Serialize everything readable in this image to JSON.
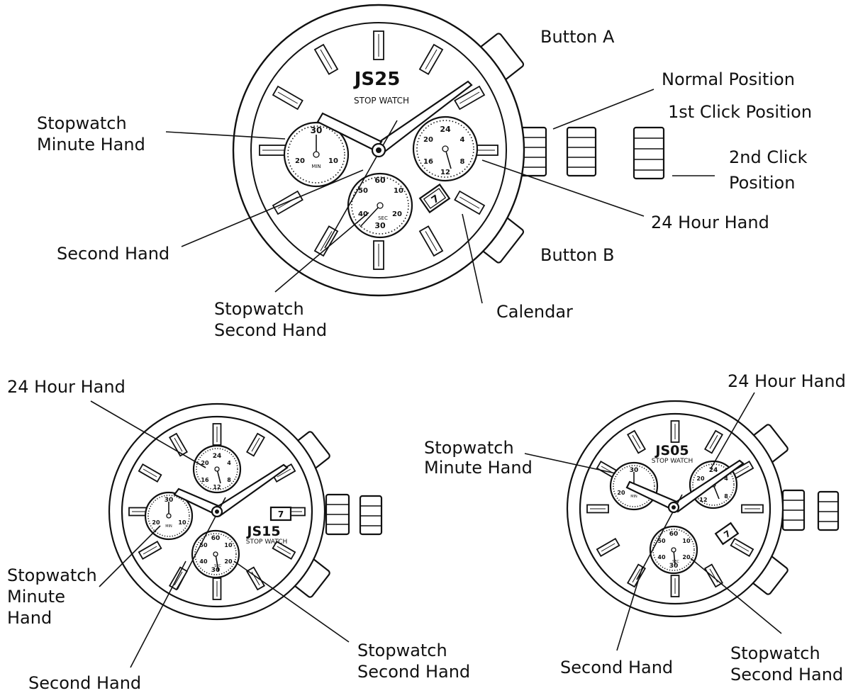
{
  "top_watch": {
    "brand": "JS25",
    "subtitle": "STOP WATCH",
    "sub_min": [
      "30",
      "10",
      "20",
      "MIN"
    ],
    "sub_24": [
      "24",
      "4",
      "20",
      "8",
      "16",
      "12"
    ],
    "sub_sec": [
      "60",
      "10",
      "50",
      "20",
      "40",
      "30",
      "SEC"
    ],
    "date": "7",
    "labels": {
      "button_a": "Button A",
      "normal_position": "Normal Position",
      "first_click": "1st Click Position",
      "second_click_1": "2nd Click",
      "second_click_2": "Position",
      "hour24": "24 Hour Hand",
      "button_b": "Button B",
      "calendar": "Calendar",
      "sw_minute_1": "Stopwatch",
      "sw_minute_2": "Minute Hand",
      "second_hand": "Second Hand",
      "sw_second_1": "Stopwatch",
      "sw_second_2": "Second Hand"
    }
  },
  "left_watch": {
    "brand": "JS15",
    "subtitle": "STOP WATCH",
    "sub_24": [
      "24",
      "4",
      "20",
      "8",
      "16",
      "12"
    ],
    "sub_min": [
      "30",
      "10",
      "20",
      "MIN"
    ],
    "sub_sec": [
      "60",
      "10",
      "50",
      "20",
      "40",
      "30",
      "SEC"
    ],
    "date": "7",
    "labels": {
      "hour24": "24 Hour Hand",
      "sw_minute_1": "Stopwatch",
      "sw_minute_2": "Minute",
      "sw_minute_3": "Hand",
      "second_hand": "Second Hand",
      "sw_second_1": "Stopwatch",
      "sw_second_2": "Second Hand"
    }
  },
  "right_watch": {
    "brand": "JS05",
    "subtitle": "STOP WATCH",
    "sub_min": [
      "30",
      "10",
      "20",
      "MIN"
    ],
    "sub_24": [
      "24",
      "4",
      "20",
      "8",
      "12"
    ],
    "sub_sec": [
      "60",
      "10",
      "50",
      "20",
      "40",
      "30",
      "SEC"
    ],
    "date": "7",
    "labels": {
      "hour24": "24 Hour Hand",
      "sw_minute_1": "Stopwatch",
      "sw_minute_2": "Minute Hand",
      "second_hand": "Second Hand",
      "sw_second_1": "Stopwatch",
      "sw_second_2": "Second Hand"
    }
  }
}
